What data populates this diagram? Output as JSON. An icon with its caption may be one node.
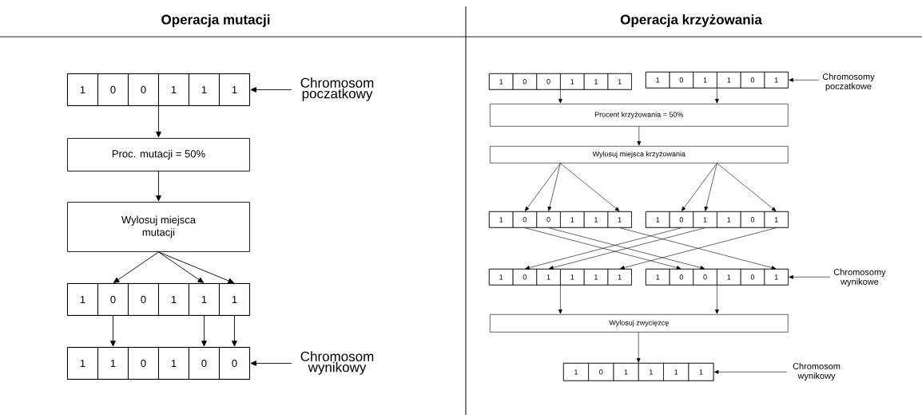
{
  "diagram": {
    "nodes": [
      {
        "text": [],
        "shape": "box"
      },
      {
        "text": [
          "1"
        ],
        "in": 0
      },
      {
        "text": [
          "0"
        ],
        "in": 0
      },
      {
        "text": [
          "0"
        ],
        "in": 0
      },
      {
        "text": [
          "1"
        ],
        "in": 0
      },
      {
        "text": [
          "1"
        ],
        "in": 0
      },
      {
        "text": [
          "1"
        ],
        "in": 0
      },
      {
        "text": [
          "Chromosom poczatkowy"
        ]
      },
      {
        "text": [
          "Proc. mutacji = 50%"
        ]
      },
      {
        "text": [
          "Wylosuj miejsca mutacji"
        ]
      },
      {
        "text": [],
        "shape": "box"
      },
      {
        "text": [
          "1"
        ],
        "in": 10
      },
      {
        "text": [
          "0"
        ],
        "in": 10
      },
      {
        "text": [
          "0"
        ],
        "in": 10
      },
      {
        "text": [
          "1"
        ],
        "in": 10
      },
      {
        "text": [
          "1"
        ],
        "in": 10
      },
      {
        "text": [
          "1"
        ],
        "in": 10
      },
      {
        "text": [],
        "shape": "box"
      },
      {
        "text": [
          "1"
        ],
        "in": 17
      },
      {
        "text": [
          "1"
        ],
        "in": 17
      },
      {
        "text": [
          "0"
        ],
        "in": 17
      },
      {
        "text": [
          "1"
        ],
        "in": 17
      },
      {
        "text": [
          "0"
        ],
        "in": 17
      },
      {
        "text": [
          "0"
        ],
        "in": 17
      },
      {
        "text": [
          "Chromosom wynikowy"
        ]
      },
      {
        "text": [],
        "shape": "box"
      },
      {
        "text": [
          "1"
        ],
        "in": 25
      },
      {
        "text": [
          "0"
        ],
        "in": 25
      },
      {
        "text": [
          "0"
        ],
        "in": 25
      },
      {
        "text": [
          "1"
        ],
        "in": 25
      },
      {
        "text": [
          "1"
        ],
        "in": 25
      },
      {
        "text": [
          "1"
        ],
        "in": 25
      },
      {
        "text": [],
        "shape": "box"
      },
      {
        "text": [
          "1"
        ],
        "in": 32
      },
      {
        "text": [
          "0"
        ],
        "in": 32
      },
      {
        "text": [
          "1"
        ],
        "in": 32
      },
      {
        "text": [
          "1"
        ],
        "in": 32
      },
      {
        "text": [
          "0"
        ],
        "in": 32
      },
      {
        "text": [
          "1"
        ],
        "in": 32
      },
      {
        "text": [
          "Chromosomy poczatkowe"
        ]
      },
      {
        "text": [
          "Procent krzyżowania = 50%"
        ]
      },
      {
        "text": [
          "Wylosuj miejsca krzyżowania"
        ]
      },
      {
        "text": [],
        "shape": "box"
      },
      {
        "text": [
          "1"
        ],
        "in": 42
      },
      {
        "text": [
          "0"
        ],
        "in": 42
      },
      {
        "text": [
          "0"
        ],
        "in": 42
      },
      {
        "text": [
          "1"
        ],
        "in": 42
      },
      {
        "text": [
          "1"
        ],
        "in": 42
      },
      {
        "text": [
          "1"
        ],
        "in": 42
      },
      {
        "text": [],
        "shape": "box"
      },
      {
        "text": [
          "1"
        ],
        "in": 49
      },
      {
        "text": [
          "0"
        ],
        "in": 49
      },
      {
        "text": [
          "1"
        ],
        "in": 49
      },
      {
        "text": [
          "1"
        ],
        "in": 49
      },
      {
        "text": [
          "0"
        ],
        "in": 49
      },
      {
        "text": [
          "1"
        ],
        "in": 49
      },
      {
        "text": [],
        "shape": "box"
      },
      {
        "text": [
          "1"
        ],
        "in": 56
      },
      {
        "text": [
          "0"
        ],
        "in": 56
      },
      {
        "text": [
          "1"
        ],
        "in": 56
      },
      {
        "text": [
          "1"
        ],
        "in": 56
      },
      {
        "text": [
          "1"
        ],
        "in": 56
      },
      {
        "text": [
          "1"
        ],
        "in": 56
      },
      {
        "text": [],
        "shape": "box"
      },
      {
        "text": [
          "1"
        ],
        "in": 63
      },
      {
        "text": [
          "0"
        ],
        "in": 63
      },
      {
        "text": [
          "0"
        ],
        "in": 63
      },
      {
        "text": [
          "1"
        ],
        "in": 63
      },
      {
        "text": [
          "0"
        ],
        "in": 63
      },
      {
        "text": [
          "1"
        ],
        "in": 63
      },
      {
        "text": [
          "Chromosomy wynikowe"
        ]
      },
      {
        "text": [
          "Wylosuj zwycięzcę"
        ]
      },
      {
        "text": [],
        "shape": "box"
      },
      {
        "text": [
          "1"
        ],
        "in": 72
      },
      {
        "text": [
          "0"
        ],
        "in": 72
      },
      {
        "text": [
          "1"
        ],
        "in": 72
      },
      {
        "text": [
          "1"
        ],
        "in": 72
      },
      {
        "text": [
          "1"
        ],
        "in": 72
      },
      {
        "text": [
          "1"
        ],
        "in": 72
      },
      {
        "text": [
          "Chromosom wynikowy"
        ]
      }
    ],
    "edges": [
      {
        "from": 7,
        "to": 0,
        "arrow": "to"
      },
      {
        "from": 0,
        "to": 8,
        "arrow": "to"
      },
      {
        "from": 8,
        "to": 9,
        "arrow": "to"
      },
      {
        "from": 9,
        "to": 12,
        "arrow": "to"
      },
      {
        "from": 9,
        "to": 15,
        "arrow": "to"
      },
      {
        "from": 9,
        "to": 16,
        "arrow": "to"
      },
      {
        "from": 12,
        "to": 19,
        "arrow": "to"
      },
      {
        "from": 15,
        "to": 22,
        "arrow": "to"
      },
      {
        "from": 16,
        "to": 23,
        "arrow": "to"
      },
      {
        "from": 24,
        "to": 17,
        "arrow": "to"
      },
      {
        "from": 39,
        "to": 32,
        "arrow": "to"
      },
      {
        "from": 25,
        "to": 40,
        "arrow": "to"
      },
      {
        "from": 32,
        "to": 40,
        "arrow": "to"
      },
      {
        "from": 40,
        "to": 41,
        "arrow": "to"
      },
      {
        "from": 41,
        "to": 44,
        "arrow": "to"
      },
      {
        "from": 41,
        "to": 45,
        "arrow": "to"
      },
      {
        "from": 41,
        "to": 48,
        "arrow": "to"
      },
      {
        "from": 41,
        "to": 51,
        "arrow": "to"
      },
      {
        "from": 41,
        "to": 52,
        "arrow": "to"
      },
      {
        "from": 41,
        "to": 55,
        "arrow": "to"
      },
      {
        "from": 44,
        "to": 65,
        "arrow": "to"
      },
      {
        "from": 45,
        "to": 66,
        "arrow": "to"
      },
      {
        "from": 48,
        "to": 69,
        "arrow": "to"
      },
      {
        "from": 51,
        "to": 58,
        "arrow": "to"
      },
      {
        "from": 52,
        "to": 59,
        "arrow": "to"
      },
      {
        "from": 55,
        "to": 62,
        "arrow": "to"
      },
      {
        "from": 70,
        "to": 63,
        "arrow": "to"
      },
      {
        "from": 56,
        "to": 71,
        "arrow": "to"
      },
      {
        "from": 63,
        "to": 71,
        "arrow": "to"
      },
      {
        "from": 71,
        "to": 72,
        "arrow": "to"
      },
      {
        "from": 79,
        "to": 72,
        "arrow": "to"
      }
    ],
    "labels": [
      "Operacja mutacji",
      "Operacja krzyżowania"
    ]
  }
}
